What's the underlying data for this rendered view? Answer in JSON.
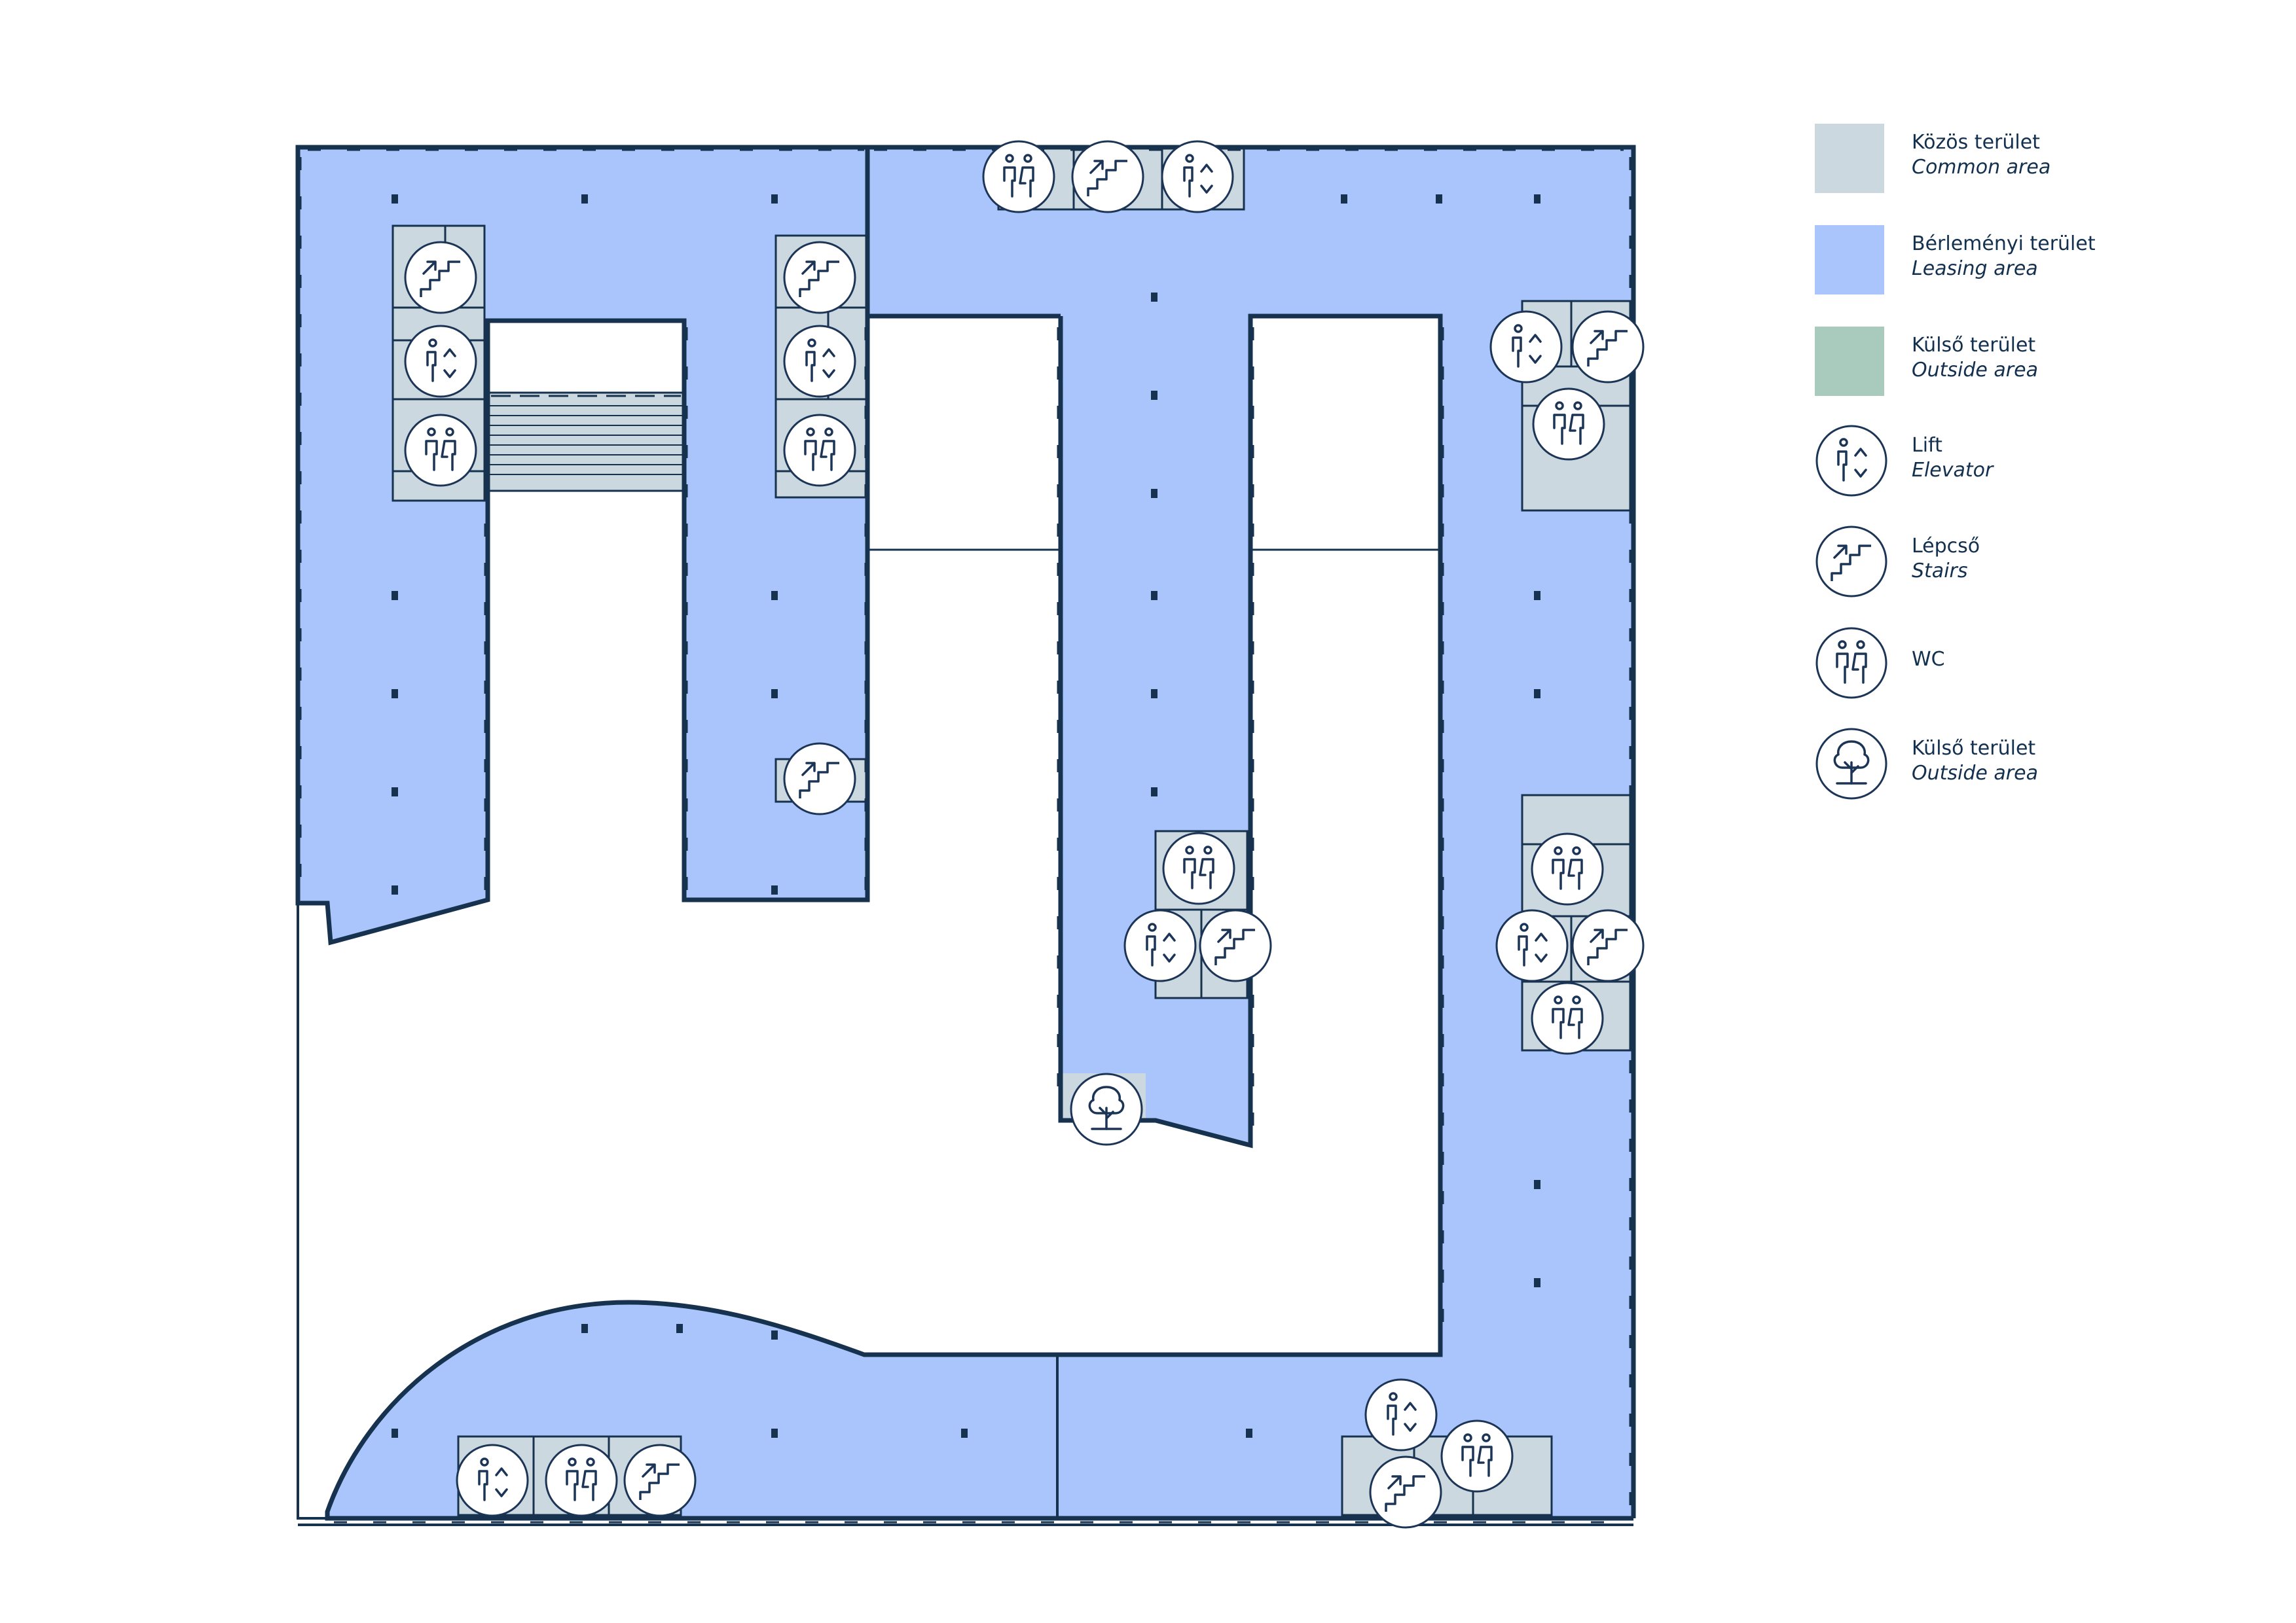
{
  "colors": {
    "common": "#ccd8df",
    "leasing": "#aac5fb",
    "outside": "#a8cbbd",
    "wall": "#16324f",
    "icon": "#1c3556"
  },
  "legend": [
    {
      "type": "swatch",
      "fill": "#ccd8df",
      "hu": "Közös terület",
      "en": "Common area"
    },
    {
      "type": "swatch",
      "fill": "#aac5fb",
      "hu": "Bérleményi terület",
      "en": "Leasing area"
    },
    {
      "type": "swatch",
      "fill": "#a8cbbd",
      "hu": "Külső terület",
      "en": "Outside area"
    },
    {
      "type": "icon",
      "icon": "elevator-icon",
      "hu": "Lift",
      "en": "Elevator"
    },
    {
      "type": "icon",
      "icon": "stairs-icon",
      "hu": "Lépcső",
      "en": "Stairs"
    },
    {
      "type": "icon",
      "icon": "wc-icon",
      "hu": "WC",
      "en": ""
    },
    {
      "type": "icon",
      "icon": "tree-icon",
      "hu": "Külső terület",
      "en": "Outside area"
    }
  ],
  "plan_symbols": [
    "wc-icon",
    "stairs-icon",
    "elevator-icon",
    "stairs-icon",
    "elevator-icon",
    "wc-icon",
    "stairs-icon",
    "elevator-icon",
    "wc-icon",
    "stairs-icon",
    "elevator-icon",
    "stairs-icon",
    "wc-icon",
    "wc-icon",
    "elevator-icon",
    "stairs-icon",
    "tree-icon",
    "wc-icon",
    "elevator-icon",
    "stairs-icon",
    "wc-icon",
    "elevator-icon",
    "stairs-icon",
    "wc-icon",
    "elevator-icon",
    "wc-icon",
    "stairs-icon"
  ]
}
